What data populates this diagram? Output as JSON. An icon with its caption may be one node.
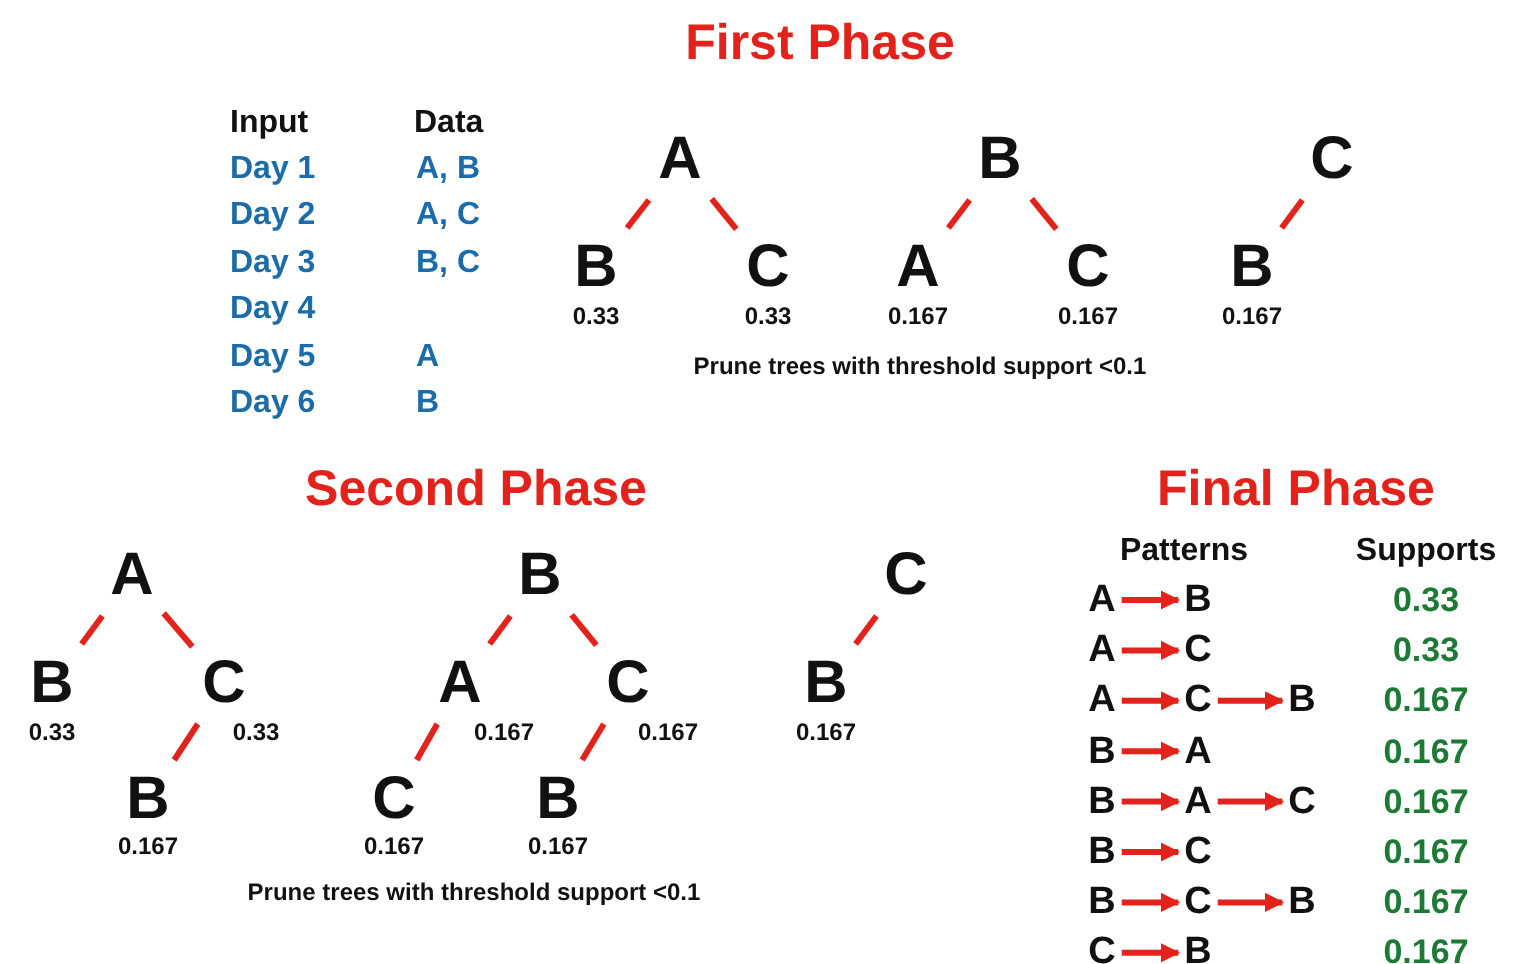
{
  "diagram": {
    "nodes": [
      {
        "text": [
          "A"
        ]
      },
      {
        "text": [
          "B"
        ],
        "beside": [
          "0.33"
        ]
      },
      {
        "text": [
          "C"
        ],
        "beside": [
          "0.33"
        ]
      },
      {
        "text": [
          "B"
        ]
      },
      {
        "text": [
          "A"
        ],
        "beside": [
          "0.167"
        ]
      },
      {
        "text": [
          "C"
        ],
        "beside": [
          "0.167"
        ]
      },
      {
        "text": [
          "C"
        ]
      },
      {
        "text": [
          "B"
        ],
        "beside": [
          "0.167"
        ]
      },
      {
        "text": [
          "A"
        ]
      },
      {
        "text": [
          "B"
        ],
        "beside": [
          "0.33"
        ]
      },
      {
        "text": [
          "C"
        ],
        "beside": [
          "0.33"
        ]
      },
      {
        "text": [
          "B"
        ],
        "beside": [
          "0.167"
        ]
      },
      {
        "text": [
          "B"
        ]
      },
      {
        "text": [
          "A"
        ],
        "beside": [
          "0.167"
        ]
      },
      {
        "text": [
          "C"
        ],
        "beside": [
          "0.167"
        ]
      },
      {
        "text": [
          "C"
        ],
        "beside": [
          "0.167"
        ]
      },
      {
        "text": [
          "B"
        ],
        "beside": [
          "0.167"
        ]
      },
      {
        "text": [
          "C"
        ]
      },
      {
        "text": [
          "B"
        ],
        "beside": [
          "0.167"
        ]
      },
      {
        "text": [
          "A"
        ]
      },
      {
        "text": [
          "B"
        ]
      },
      {
        "text": [
          "A"
        ]
      },
      {
        "text": [
          "C"
        ]
      },
      {
        "text": [
          "A"
        ]
      },
      {
        "text": [
          "C"
        ]
      },
      {
        "text": [
          "B"
        ]
      },
      {
        "text": [
          "B"
        ]
      },
      {
        "text": [
          "A"
        ]
      },
      {
        "text": [
          "B"
        ]
      },
      {
        "text": [
          "A"
        ]
      },
      {
        "text": [
          "C"
        ]
      },
      {
        "text": [
          "B"
        ]
      },
      {
        "text": [
          "C"
        ]
      },
      {
        "text": [
          "B"
        ]
      },
      {
        "text": [
          "C"
        ]
      },
      {
        "text": [
          "B"
        ]
      },
      {
        "text": [
          "C"
        ]
      },
      {
        "text": [
          "B"
        ]
      }
    ],
    "edges": [
      {
        "from": 0,
        "to": 1,
        "arrow": "none"
      },
      {
        "from": 0,
        "to": 2,
        "arrow": "none"
      },
      {
        "from": 3,
        "to": 4,
        "arrow": "none"
      },
      {
        "from": 3,
        "to": 5,
        "arrow": "none"
      },
      {
        "from": 6,
        "to": 7,
        "arrow": "none"
      },
      {
        "from": 8,
        "to": 9,
        "arrow": "none"
      },
      {
        "from": 8,
        "to": 10,
        "arrow": "none"
      },
      {
        "from": 10,
        "to": 11,
        "arrow": "none"
      },
      {
        "from": 12,
        "to": 13,
        "arrow": "none"
      },
      {
        "from": 12,
        "to": 14,
        "arrow": "none"
      },
      {
        "from": 13,
        "to": 15,
        "arrow": "none"
      },
      {
        "from": 14,
        "to": 16,
        "arrow": "none"
      },
      {
        "from": 17,
        "to": 18,
        "arrow": "none"
      },
      {
        "from": 19,
        "to": 20,
        "arrow": "to"
      },
      {
        "from": 21,
        "to": 22,
        "arrow": "to"
      },
      {
        "from": 23,
        "to": 24,
        "arrow": "to"
      },
      {
        "from": 24,
        "to": 25,
        "arrow": "to"
      },
      {
        "from": 26,
        "to": 27,
        "arrow": "to"
      },
      {
        "from": 28,
        "to": 29,
        "arrow": "to"
      },
      {
        "from": 29,
        "to": 30,
        "arrow": "to"
      },
      {
        "from": 31,
        "to": 32,
        "arrow": "to"
      },
      {
        "from": 33,
        "to": 34,
        "arrow": "to"
      },
      {
        "from": 34,
        "to": 35,
        "arrow": "to"
      },
      {
        "from": 36,
        "to": 37,
        "arrow": "to"
      }
    ],
    "labels": [
      "First Phase",
      "Input",
      "Data",
      "Day 1",
      "A, B",
      "Day 2",
      "A, C",
      "Day 3",
      "B, C",
      "Day 4",
      "Day 5",
      "A",
      "Day 6",
      "B",
      "Prune trees with threshold support <0.1",
      "Second Phase",
      "Prune trees with threshold support <0.1",
      "Final Phase",
      "Patterns",
      "Supports",
      "0.33",
      "0.33",
      "0.167",
      "0.167",
      "0.167",
      "0.167",
      "0.167",
      "0.167"
    ]
  }
}
